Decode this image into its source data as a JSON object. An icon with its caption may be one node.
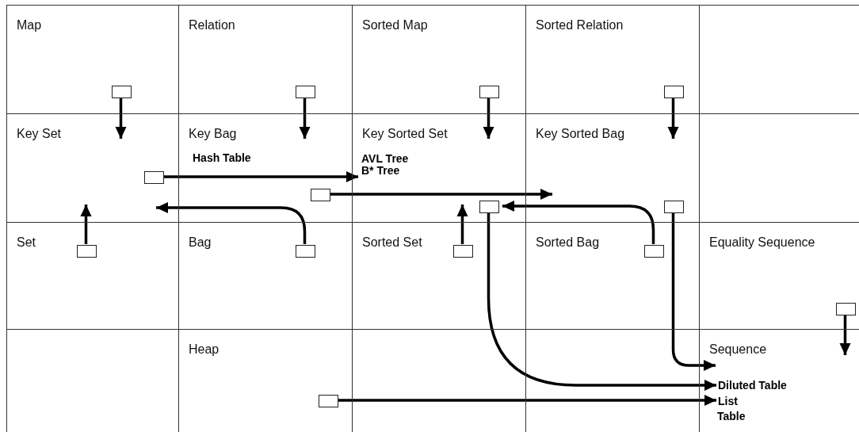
{
  "diagram": {
    "nodes": [
      {
        "text": [
          "Map"
        ]
      },
      {
        "text": [],
        "shape": "box",
        "in": 0
      },
      {
        "text": [
          "Relation"
        ]
      },
      {
        "text": [],
        "shape": "box",
        "in": 2
      },
      {
        "text": [
          "Sorted Map"
        ]
      },
      {
        "text": [],
        "shape": "box",
        "in": 4
      },
      {
        "text": [
          "Sorted Relation"
        ]
      },
      {
        "text": [],
        "shape": "box",
        "in": 6
      },
      {
        "text": [
          "Key Set"
        ]
      },
      {
        "text": [],
        "shape": "box",
        "in": 8
      },
      {
        "text": [
          "Key Bag"
        ]
      },
      {
        "text": [],
        "shape": "box",
        "in": 10
      },
      {
        "text": [
          "Key Sorted Set"
        ]
      },
      {
        "text": [],
        "shape": "box",
        "in": 12
      },
      {
        "text": [
          "Key Sorted Bag"
        ]
      },
      {
        "text": [],
        "shape": "box",
        "in": 14
      },
      {
        "text": [
          "Set"
        ]
      },
      {
        "text": [],
        "shape": "box",
        "in": 16
      },
      {
        "text": [
          "Bag"
        ]
      },
      {
        "text": [],
        "shape": "box",
        "in": 18
      },
      {
        "text": [
          "Sorted Set"
        ]
      },
      {
        "text": [],
        "shape": "box",
        "in": 20
      },
      {
        "text": [
          "Sorted Bag"
        ]
      },
      {
        "text": [],
        "shape": "box",
        "in": 22
      },
      {
        "text": [
          "Equality Sequence"
        ]
      },
      {
        "text": [],
        "shape": "box",
        "in": 24
      },
      {
        "text": [
          "Heap"
        ]
      },
      {
        "text": [],
        "shape": "box",
        "in": 26
      },
      {
        "text": [
          "Sequence"
        ]
      },
      {
        "text": [
          "Diluted Table"
        ],
        "in": 28
      },
      {
        "text": [
          "List"
        ],
        "in": 28
      }
    ],
    "edges": [
      {
        "from": 1,
        "to": 8,
        "arrow": "to"
      },
      {
        "from": 3,
        "to": 10,
        "arrow": "to"
      },
      {
        "from": 5,
        "to": 12,
        "arrow": "to"
      },
      {
        "from": 7,
        "to": 14,
        "arrow": "to"
      },
      {
        "from": 9,
        "to": 12,
        "arrow": "to"
      },
      {
        "from": 11,
        "to": 14,
        "arrow": "to"
      },
      {
        "from": 17,
        "to": 8,
        "arrow": "to"
      },
      {
        "from": 21,
        "to": 12,
        "arrow": "to"
      },
      {
        "from": 19,
        "to": 8,
        "arrow": "to"
      },
      {
        "from": 23,
        "to": 13,
        "arrow": "to"
      },
      {
        "from": 15,
        "to": 28,
        "arrow": "to"
      },
      {
        "from": 13,
        "to": 29,
        "arrow": "to"
      },
      {
        "from": 27,
        "to": 30,
        "arrow": "to"
      },
      {
        "from": 25,
        "to": 28,
        "arrow": "to"
      }
    ],
    "labels": [
      "Hash Table",
      "AVL Tree",
      "B* Tree",
      "Table"
    ]
  }
}
